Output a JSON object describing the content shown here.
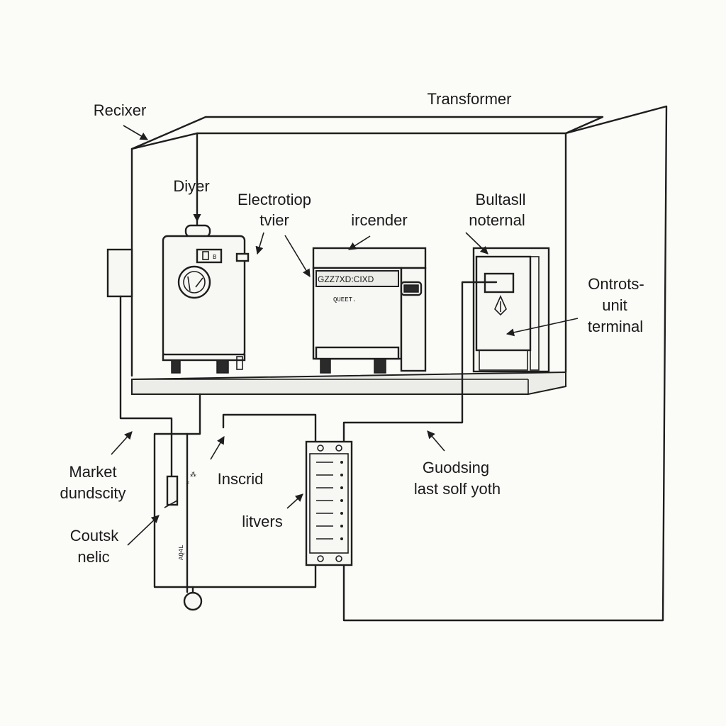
{
  "labels": {
    "transformer": "Transformer",
    "recixer": "Recixer",
    "diyer": "Diyer",
    "electrotiop_1": "Electrotiop",
    "electrotiop_2": "tvier",
    "ircender": "ircender",
    "bultasll_1": "Bultasll",
    "bultasll_2": "noternal",
    "ontrots_1": "Ontrots-",
    "ontrots_2": "unit",
    "ontrots_3": "terminal",
    "market_1": "Market",
    "market_2": "dundscity",
    "coutsk_1": "Coutsk",
    "coutsk_2": "nelic",
    "inscrid": "Inscrid",
    "litvers": "litvers",
    "guodsing_1": "Guodsing",
    "guodsing_2": "last solf yoth"
  },
  "device_text": {
    "panel_top": "GZZ7XD:CIXD",
    "panel_sub": "QUEET.",
    "meter_tag": "AQ4L"
  },
  "colors": {
    "ink": "#1e1e1e",
    "paper": "#fbfbf8"
  }
}
